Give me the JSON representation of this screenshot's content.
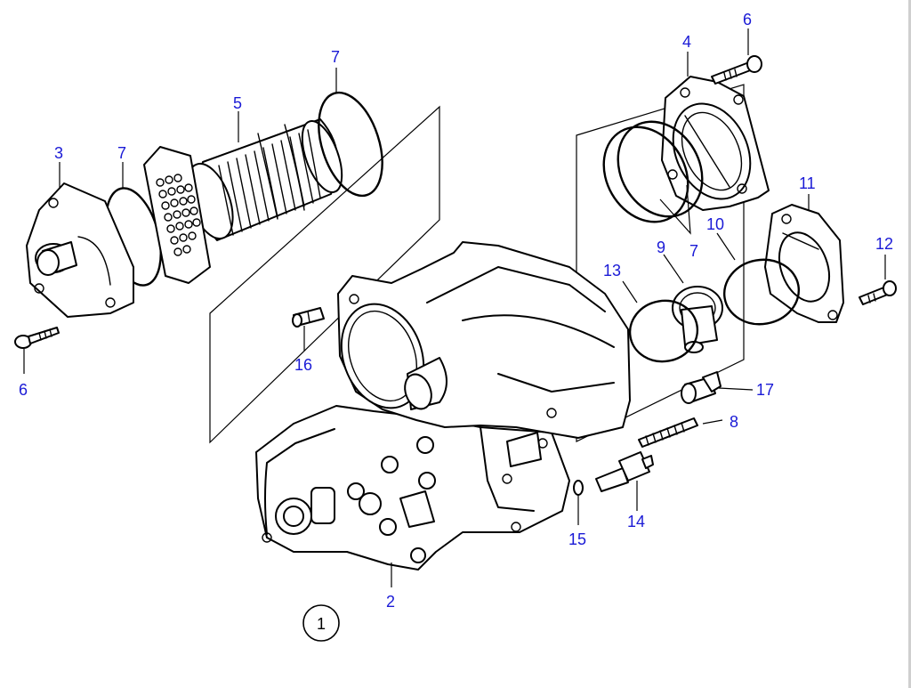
{
  "diagram": {
    "view_number": "1",
    "callouts": [
      {
        "id": "c2",
        "label": "2"
      },
      {
        "id": "c3",
        "label": "3"
      },
      {
        "id": "c4",
        "label": "4"
      },
      {
        "id": "c5",
        "label": "5"
      },
      {
        "id": "c6a",
        "label": "6"
      },
      {
        "id": "c6b",
        "label": "6"
      },
      {
        "id": "c7a",
        "label": "7"
      },
      {
        "id": "c7b",
        "label": "7"
      },
      {
        "id": "c7c",
        "label": "7"
      },
      {
        "id": "c8",
        "label": "8"
      },
      {
        "id": "c9",
        "label": "9"
      },
      {
        "id": "c10",
        "label": "10"
      },
      {
        "id": "c11",
        "label": "11"
      },
      {
        "id": "c12",
        "label": "12"
      },
      {
        "id": "c13",
        "label": "13"
      },
      {
        "id": "c14",
        "label": "14"
      },
      {
        "id": "c15",
        "label": "15"
      },
      {
        "id": "c16",
        "label": "16"
      },
      {
        "id": "c17",
        "label": "17"
      }
    ],
    "colors": {
      "callout_text": "#1a1ad6",
      "line": "#000000",
      "background": "#ffffff"
    }
  }
}
